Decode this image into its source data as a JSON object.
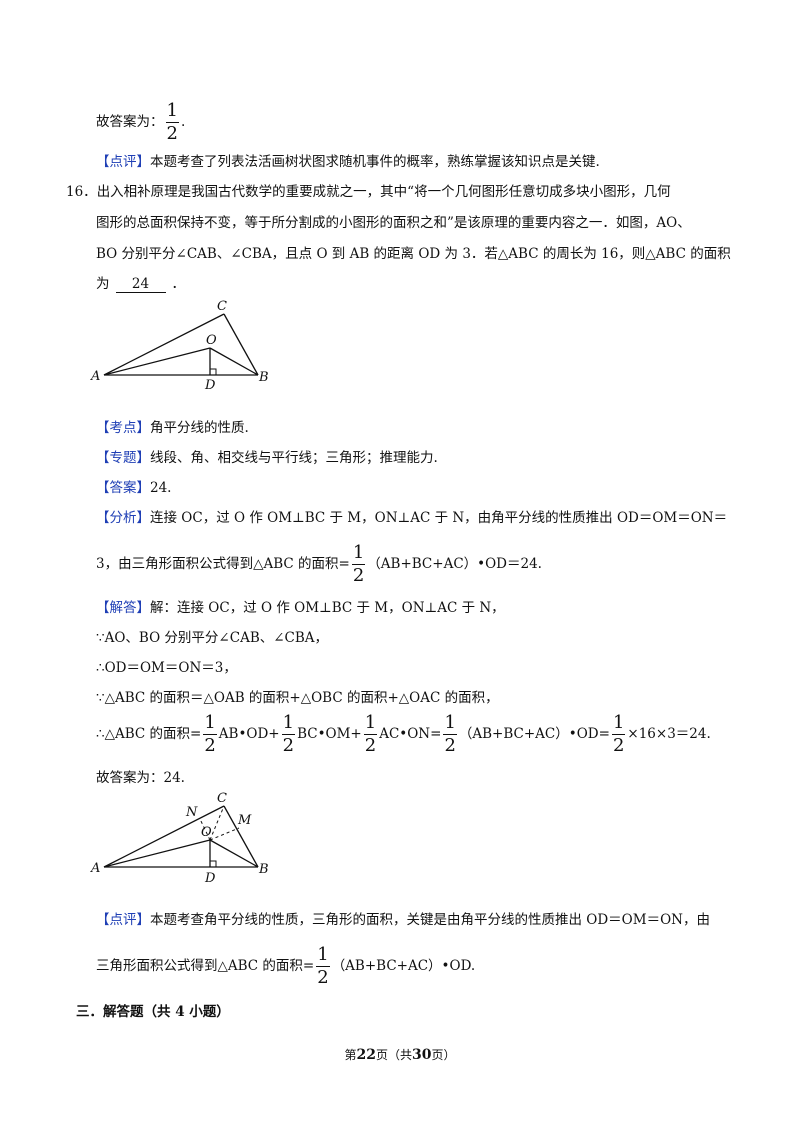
{
  "prev_answer": {
    "prefix": "故答案为：",
    "num": "1",
    "den": "2",
    "suffix": "."
  },
  "prev_comment": {
    "tag": "【点评】",
    "text": "本题考查了列表法活画树状图求随机事件的概率，熟练掌握该知识点是关键."
  },
  "question": {
    "number": "16．",
    "line1": "出入相补原理是我国古代数学的重要成就之一，其中“将一个几何图形任意切成多块小图形，几何",
    "line2": "图形的总面积保持不变，等于所分割成的小图形的面积之和”是该原理的重要内容之一．如图，AO、",
    "line3": "BO 分别平分∠CAB、∠CBA，且点 O 到 AB 的距离 OD 为 3．若△ABC 的周长为 16，则△ABC 的面积",
    "line4_prefix": "为",
    "answer": "24",
    "line4_suffix": "．"
  },
  "figure1": {
    "labels": {
      "A": "A",
      "B": "B",
      "C": "C",
      "O": "O",
      "D": "D"
    }
  },
  "kaodian": {
    "tag": "【考点】",
    "text": "角平分线的性质."
  },
  "zhuanti": {
    "tag": "【专题】",
    "text": "线段、角、相交线与平行线；三角形；推理能力."
  },
  "daan": {
    "tag": "【答案】",
    "text": "24."
  },
  "fenxi": {
    "tag": "【分析】",
    "line1": "连接 OC，过 O 作 OM⊥BC 于 M，ON⊥AC 于 N，由角平分线的性质推出 OD＝OM＝ON＝",
    "line2_prefix": "3，由三角形面积公式得到△ABC 的面积=",
    "num": "1",
    "den": "2",
    "line2_suffix": "（AB+BC+AC）•OD＝24."
  },
  "jieda": {
    "tag": "【解答】",
    "line1": "解：连接 OC，过 O 作 OM⊥BC 于 M，ON⊥AC 于 N，",
    "line2": "∵AO、BO 分别平分∠CAB、∠CBA，",
    "line3": "∴OD＝OM＝ON＝3，",
    "line4": "∵△ABC 的面积＝△OAB 的面积+△OBC 的面积+△OAC 的面积，",
    "line5": {
      "p1": "∴△ABC 的面积=",
      "t1": "AB•OD+",
      "t2": "BC•OM+",
      "t3": "AC•ON=",
      "t4": "（AB+BC+AC）•OD=",
      "t5": "×16×3＝24.",
      "num": "1",
      "den": "2"
    },
    "final": "故答案为：24."
  },
  "figure2": {
    "labels": {
      "A": "A",
      "B": "B",
      "C": "C",
      "O": "O",
      "D": "D",
      "N": "N",
      "M": "M"
    }
  },
  "dianping": {
    "tag": "【点评】",
    "line1": "本题考查角平分线的性质，三角形的面积，关键是由角平分线的性质推出 OD＝OM＝ON，由",
    "line2_prefix": "三角形面积公式得到△ABC 的面积=",
    "num": "1",
    "den": "2",
    "line2_suffix": "（AB+BC+AC）•OD."
  },
  "section": {
    "title": "三．解答题（共 4 小题）"
  },
  "footer": {
    "pre": "第",
    "page": "22",
    "mid": "页（共",
    "total": "30",
    "post": "页）"
  }
}
